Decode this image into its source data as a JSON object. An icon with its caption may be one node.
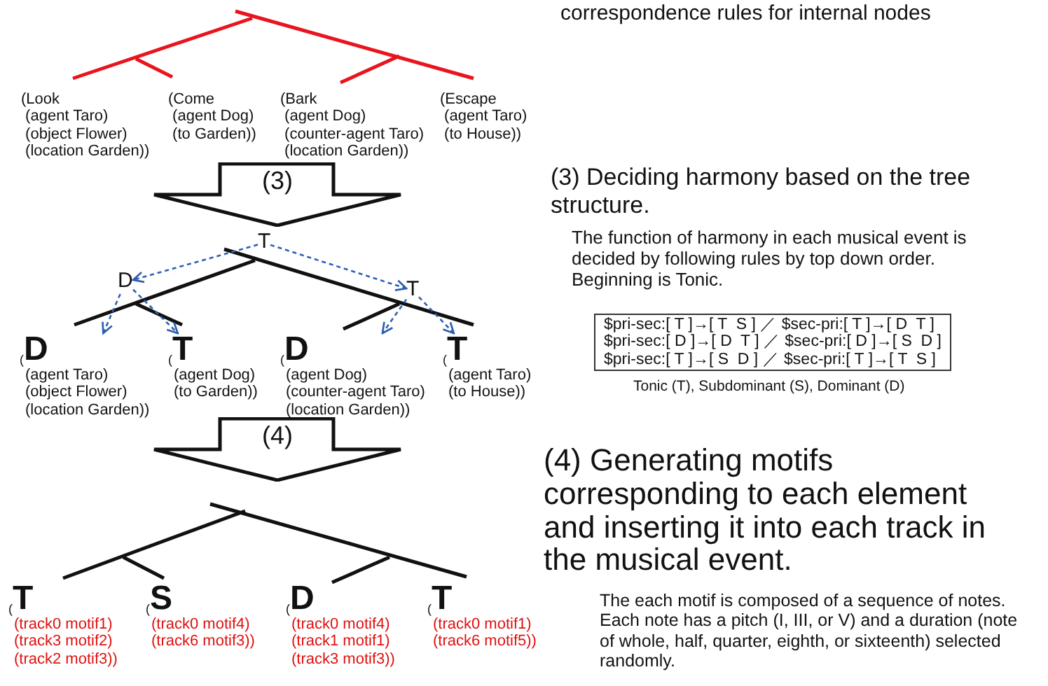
{
  "diagram": {
    "nodes": [
      {
        "text": [
          "(Look (agent Taro) (object Flower) (location Garden))"
        ]
      },
      {
        "text": [
          "(Come (agent Dog) (to Garden))"
        ]
      },
      {
        "text": [
          "(Bark (agent Dog) (counter-agent Taro) (location Garden))"
        ]
      },
      {
        "text": [
          "(Escape (agent Taro) (to House))"
        ]
      },
      {
        "text": [
          "(3)"
        ]
      },
      {
        "text": [
          "T"
        ]
      },
      {
        "text": [
          "D"
        ]
      },
      {
        "text": [
          "T"
        ]
      },
      {
        "text": [
          "(",
          "D",
          "(agent Taro) (object Flower) (location Garden))"
        ]
      },
      {
        "text": [
          "(",
          "T",
          "(agent Dog) (to Garden))"
        ]
      },
      {
        "text": [
          "(",
          "D",
          "(agent Dog) (counter-agent Taro) (location Garden))"
        ]
      },
      {
        "text": [
          "(",
          "T",
          "(agent Taro) (to House))"
        ]
      },
      {
        "text": [
          "(4)"
        ]
      },
      {
        "text": [
          "(",
          "T",
          "(track0 motif1) (track3 motif2) (track2 motif3))"
        ]
      },
      {
        "text": [
          "(",
          "S",
          "(track0 motif4) (track6 motif3))"
        ]
      },
      {
        "text": [
          "(",
          "D",
          "(track0 motif4) (track1 motif1) (track3 motif3))"
        ]
      },
      {
        "text": [
          "(",
          "T",
          "(track0 motif1) (track6 motif5))"
        ]
      },
      {
        "text": [
          "$pri-sec:[ T ]→[ T  S ] ／ $sec-pri:[ T ]→[ D  T ]",
          "$pri-sec:[ D ]→[ D  T ] ／ $sec-pri:[ D ]→[ S  D ]",
          "$pri-sec:[ T ]→[ S  D ] ／ $sec-pri:[ T ]→[ T  S ]"
        ],
        "beside": [
          "Tonic (T), Subdominant (S), Dominant (D)"
        ]
      }
    ],
    "edges": [
      {
        "from": 5,
        "to": 6,
        "arrow": "to",
        "style": "dashed"
      },
      {
        "from": 5,
        "to": 7,
        "arrow": "to",
        "style": "dashed"
      },
      {
        "from": 6,
        "to": 8,
        "arrow": "to",
        "style": "dashed"
      },
      {
        "from": 6,
        "to": 9,
        "arrow": "to",
        "style": "dashed"
      },
      {
        "from": 7,
        "to": 10,
        "arrow": "to",
        "style": "dashed"
      },
      {
        "from": 7,
        "to": 11,
        "arrow": "to",
        "style": "dashed"
      }
    ],
    "labels": [
      "correspondence rules for internal nodes",
      "(3) Deciding harmony based on the tree structure.",
      "The function of harmony in each musical event is decided by following rules by top down order. Beginning is Tonic.",
      "(4) Generating motifs corresponding to each element and inserting it into each track in the musical event.",
      "The each motif is composed of a sequence of notes. Each note has a pitch (I, III, or V) and a duration (note of whole, half, quarter, eighth, or sixteenth) selected randomly."
    ]
  }
}
